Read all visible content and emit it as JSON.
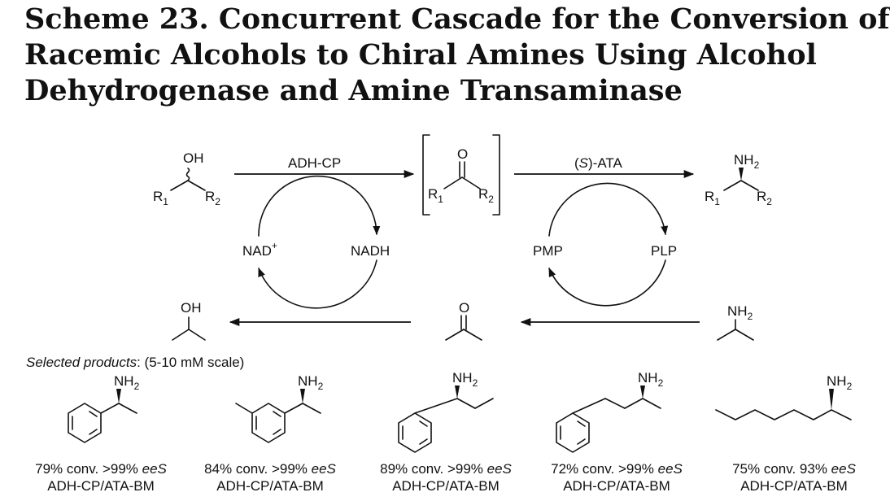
{
  "title": {
    "line1": "Scheme 23. Concurrent Cascade for the Conversion of",
    "line2": "Racemic Alcohols to Chiral Amines Using Alcohol",
    "line3": "Dehydrogenase and Amine Transaminase"
  },
  "scheme": {
    "enzyme1": "ADH-CP",
    "enzyme2_paren": "S",
    "enzyme2_rest": "-ATA",
    "nad": "NAD",
    "nad_charge": "+",
    "nadh": "NADH",
    "pmp": "PMP",
    "plp": "PLP",
    "atoms": {
      "oh": "OH",
      "o": "O",
      "nh": "NH",
      "two": "2",
      "r": "R",
      "sub1": "1",
      "sub2": "2"
    }
  },
  "selected": {
    "italic": "Selected products",
    "rest": ": (5-10 mM scale)"
  },
  "products": [
    {
      "conv": "79% conv. >99% ",
      "ee": "eeS",
      "enzymes": "ADH-CP/ATA-BM"
    },
    {
      "conv": "84% conv. >99% ",
      "ee": "eeS",
      "enzymes": "ADH-CP/ATA-BM"
    },
    {
      "conv": "89% conv. >99% ",
      "ee": "eeS",
      "enzymes": "ADH-CP/ATA-BM"
    },
    {
      "conv": "72% conv. >99% ",
      "ee": "eeS",
      "enzymes": "ADH-CP/ATA-BM"
    },
    {
      "conv": "75% conv. 93% ",
      "ee": "eeS",
      "enzymes": "ADH-CP/ATA-BM"
    }
  ]
}
